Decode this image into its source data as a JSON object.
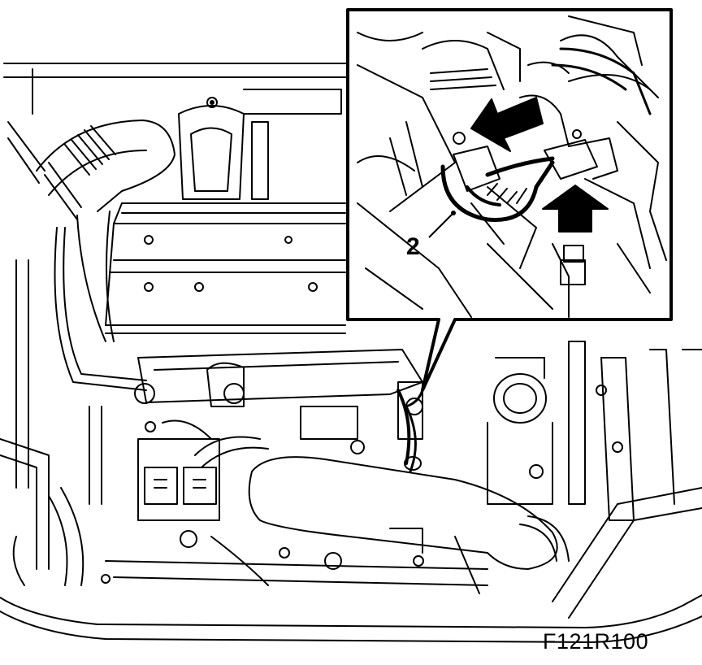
{
  "diagram": {
    "callouts": [
      {
        "id": "callout-2",
        "label": "2"
      }
    ],
    "figure_code": "F121R100",
    "inset": {
      "arrows": [
        "arrow-left-down",
        "arrow-up"
      ]
    }
  }
}
